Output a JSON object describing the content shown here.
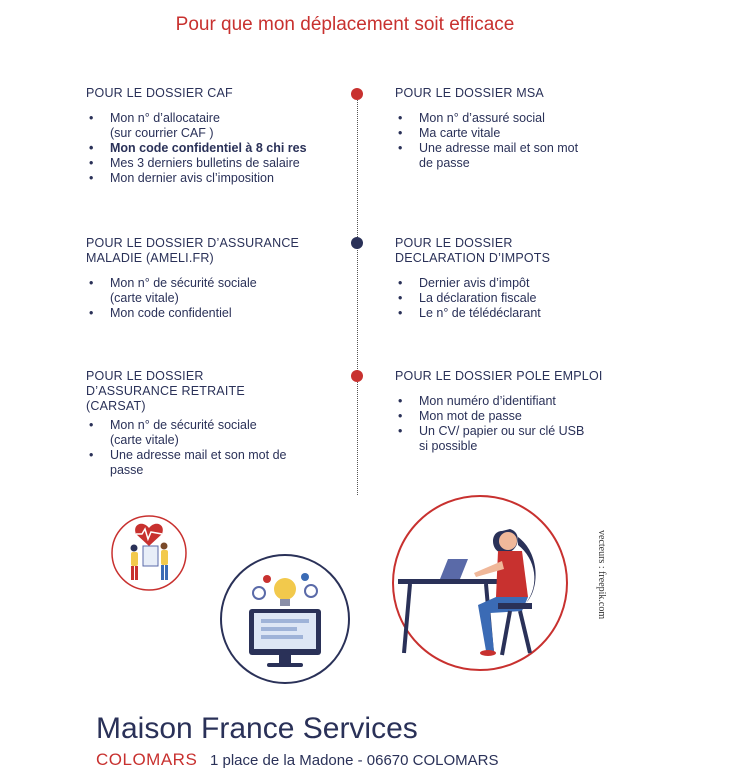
{
  "title": "Pour que mon déplacement soit efficace",
  "sections": {
    "caf": {
      "title": "POUR LE DOSSIER CAF",
      "items": [
        {
          "text": "Mon n° d’allocataire\n(sur courrier CAF )",
          "bold": false
        },
        {
          "text": "Mon code confidentiel à 8 chi  res",
          "bold": true
        },
        {
          "text": "Mes 3 derniers bulletins de salaire",
          "bold": false
        },
        {
          "text": "Mon dernier avis cl’imposition",
          "bold": false
        }
      ]
    },
    "msa": {
      "title": "POUR LE DOSSIER MSA",
      "items": [
        {
          "text": "Mon n° d’assuré social"
        },
        {
          "text": "Ma carte vitale"
        },
        {
          "text": "Une adresse mail et son mot\nde passe"
        }
      ]
    },
    "ameli": {
      "title": "POUR LE DOSSIER D’ASSURANCE\nMALADIE (AMELI.FR)",
      "items": [
        {
          "text": "Mon n° de sécurité sociale\n(carte vitale)"
        },
        {
          "text": "Mon code confidentiel"
        }
      ]
    },
    "impots": {
      "title": "POUR LE DOSSIER\nDECLARATION D’IMPOTS",
      "items": [
        {
          "text": "Dernier avis d’impôt"
        },
        {
          "text": "La déclaration fiscale"
        },
        {
          "text": "Le n° de télédéclarant"
        }
      ]
    },
    "carsat": {
      "title": "POUR LE DOSSIER\nD’ASSURANCE RETRAITE\n(CARSAT)",
      "items": [
        {
          "text": "Mon n° de sécurité sociale\n(carte vitale)"
        },
        {
          "text": "Une adresse mail et son mot de\npasse"
        }
      ]
    },
    "pole_emploi": {
      "title": "POUR LE DOSSIER POLE EMPLOI",
      "items": [
        {
          "text": "Mon numéro d’identifiant"
        },
        {
          "text": "Mon mot de passe"
        },
        {
          "text": "Un CV/ papier ou sur clé USB\nsi possible"
        }
      ]
    }
  },
  "credit": "vecteurs : freepik.com",
  "footer": {
    "name": "Maison France Services",
    "city": "COLOMARS",
    "address": "1 place de la Madone  - 06670 COLOMARS"
  },
  "colors": {
    "navy": "#2a3158",
    "red": "#c8312f"
  }
}
